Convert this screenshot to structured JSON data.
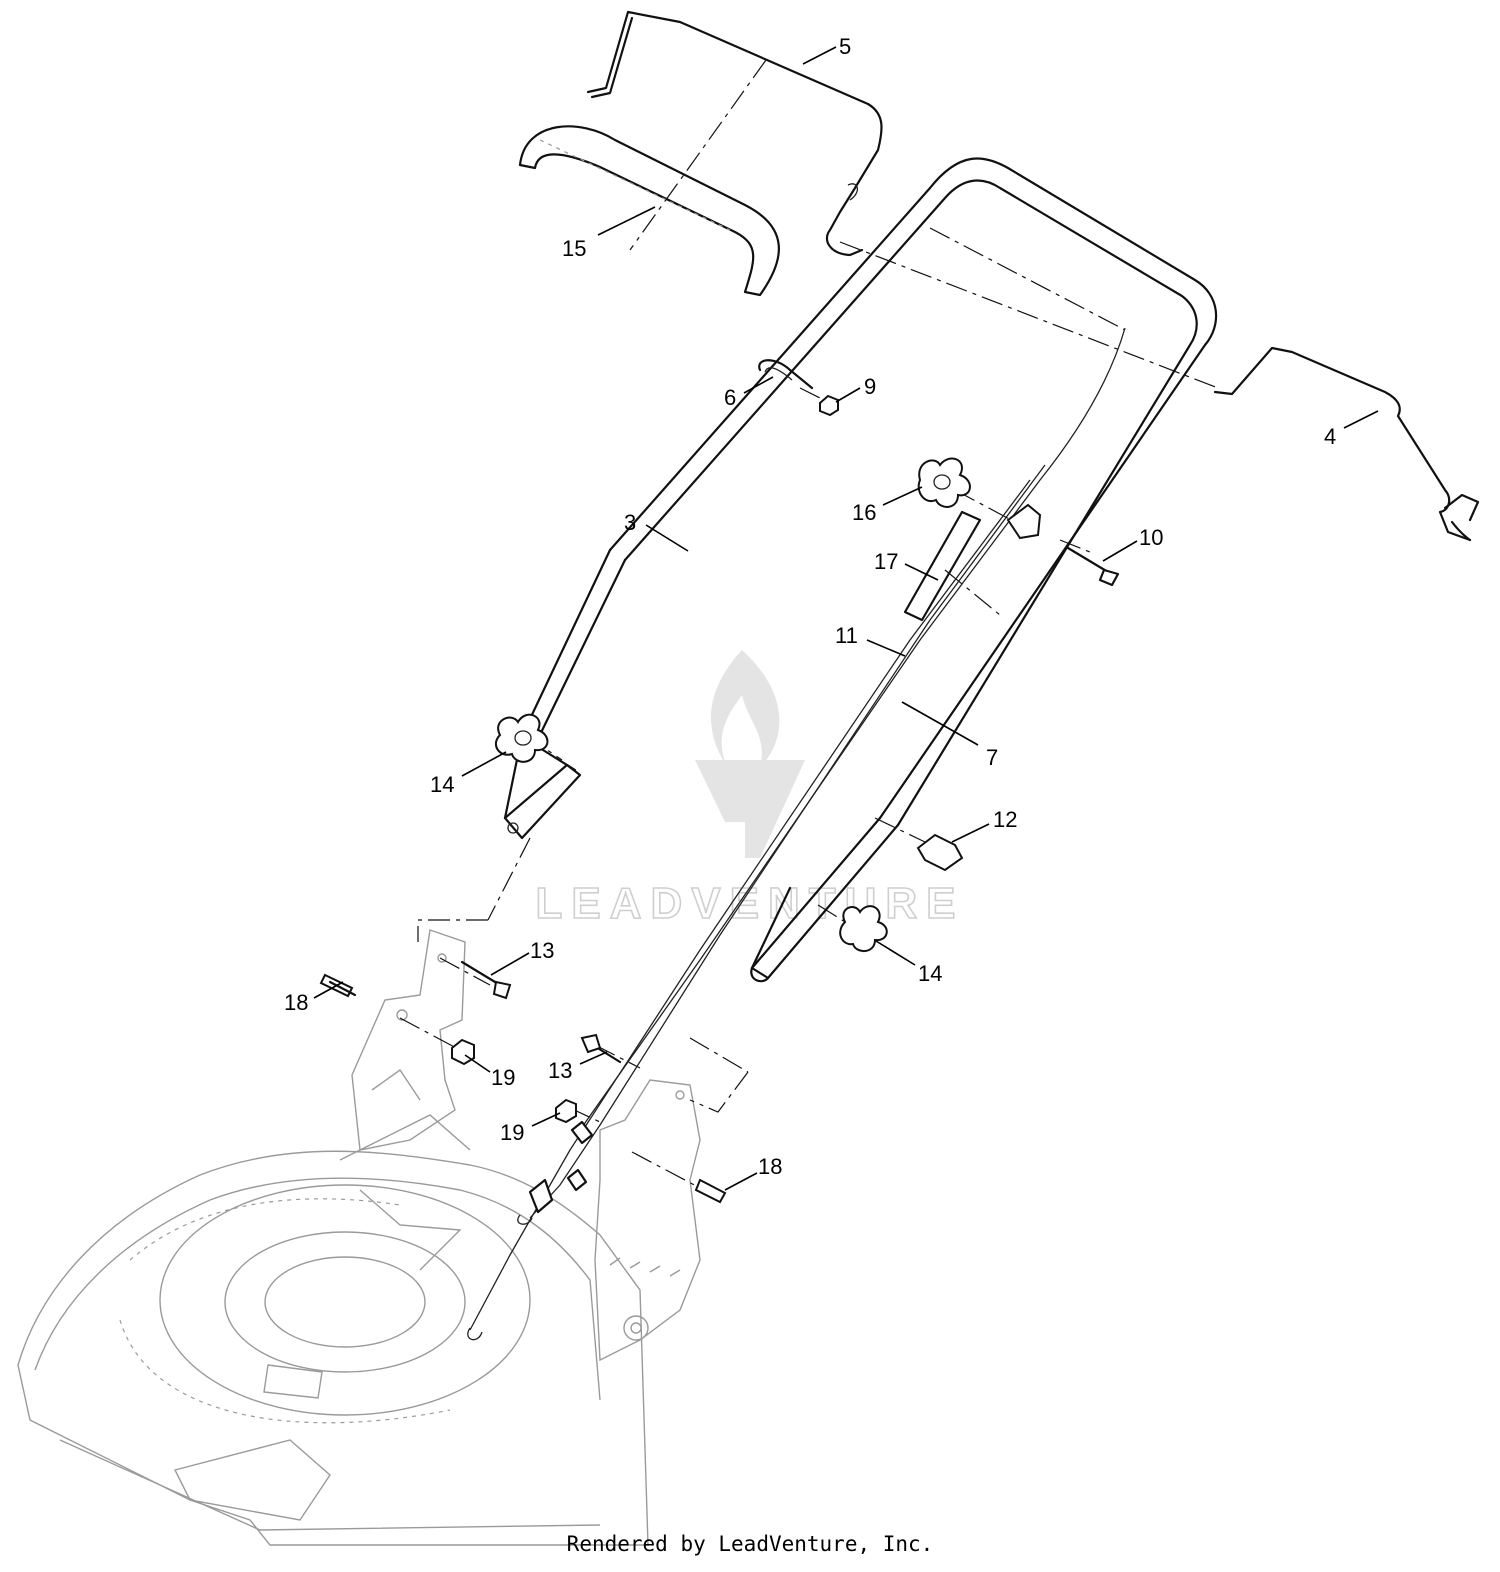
{
  "callouts": [
    {
      "label": "5"
    },
    {
      "label": "15"
    },
    {
      "label": "6"
    },
    {
      "label": "9"
    },
    {
      "label": "4"
    },
    {
      "label": "3"
    },
    {
      "label": "16"
    },
    {
      "label": "10"
    },
    {
      "label": "17"
    },
    {
      "label": "11"
    },
    {
      "label": "7"
    },
    {
      "label": "14"
    },
    {
      "label": "12"
    },
    {
      "label": "13"
    },
    {
      "label": "14"
    },
    {
      "label": "18"
    },
    {
      "label": "19"
    },
    {
      "label": "13"
    },
    {
      "label": "19"
    },
    {
      "label": "18"
    }
  ],
  "watermark": {
    "brand": "LEADVENTURE"
  },
  "footer": {
    "credit": "Rendered by LeadVenture, Inc."
  }
}
